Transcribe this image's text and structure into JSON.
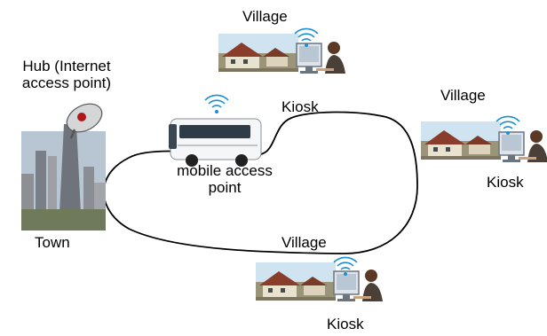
{
  "hub": {
    "label_line1": "Hub (Internet",
    "label_line2": "access point)",
    "town_label": "Town"
  },
  "bus": {
    "label_line1": "mobile access",
    "label_line2": "point"
  },
  "villages": [
    {
      "village_label": "Village",
      "kiosk_label": "Kiosk"
    },
    {
      "village_label": "Village",
      "kiosk_label": "Kiosk"
    },
    {
      "village_label": "Village",
      "kiosk_label": "Kiosk"
    }
  ],
  "colors": {
    "route_line": "#000000",
    "signal_waves": "#1a8fd6",
    "sky": "#cfe3f1",
    "roof": "#8a3d2a",
    "bus_body": "#f4f6f8"
  }
}
